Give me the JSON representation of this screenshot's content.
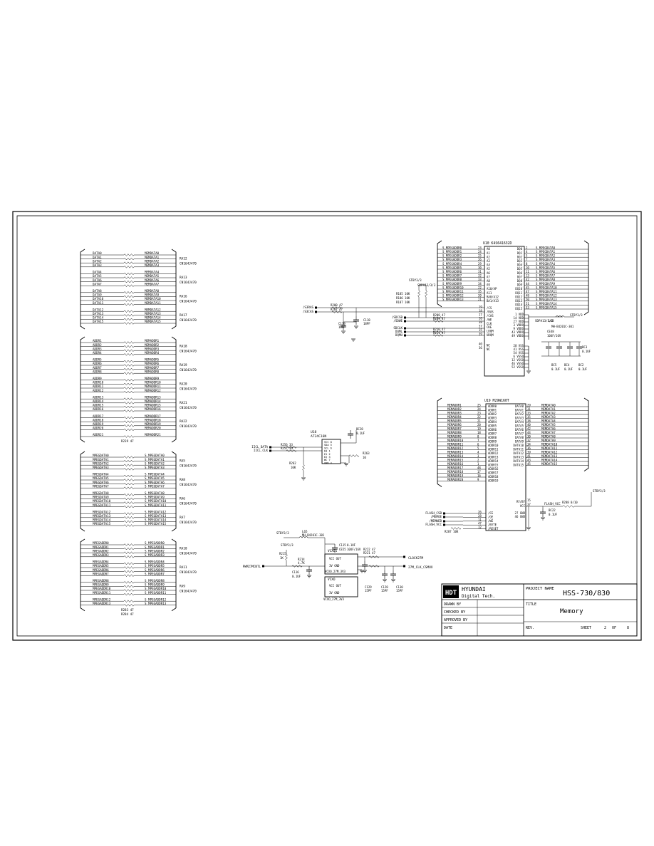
{
  "title_block": {
    "company_logo": "HDT",
    "company_name": "HYUNDAI",
    "company_sub": "Digital Tech.",
    "project_name_label": "PROJECT NAME",
    "project_name": "HSS-730/830",
    "title_label": "TITLE",
    "title": "Memory",
    "drawn_by_label": "DRAWN BY",
    "checked_by_label": "CHECKED BY",
    "approved_by_label": "APPROVED BY",
    "date_label": "DATE",
    "rev_label": "REV.",
    "sheet_label": "SHEET",
    "sheet_num": "2",
    "of_label": "OF",
    "sheet_total": "8"
  },
  "resistor_banks": [
    {
      "group": 1,
      "left": [
        "DATA0",
        "DATA1",
        "DATA2",
        "DATA3",
        "DATA4",
        "DATA5",
        "DATA6",
        "DATA7",
        "DATA8",
        "DATA9",
        "DATA10",
        "DATA11",
        "DATA12",
        "DATA13",
        "DATA14",
        "DATA15"
      ],
      "right": [
        "MEMDATA0",
        "MEMDATA1",
        "MEMDATA2",
        "MEMDATA3",
        "MEMDATA4",
        "MEMDATA5",
        "MEMDATA6",
        "MEMDATA7",
        "MEMDATA8",
        "MEMDATA9",
        "MEMDATA10",
        "MEMDATA11",
        "MEMDATA12",
        "MEMDATA13",
        "MEMDATA14",
        "MEMDATA15"
      ],
      "packs": [
        [
          "RA12",
          "CN164J470"
        ],
        [
          "RA13",
          "CN164J470"
        ],
        [
          "RA16",
          "CN164J470"
        ],
        [
          "RA17",
          "CN164J470"
        ]
      ],
      "extra": []
    },
    {
      "group": 2,
      "left": [
        "ADDR1",
        "ADDR2",
        "ADDR3",
        "ADDR4",
        "ADDR5",
        "ADDR6",
        "ADDR7",
        "ADDR8",
        "ADDR9",
        "ADDR10",
        "ADDR11",
        "ADDR12",
        "ADDR13",
        "ADDR14",
        "ADDR15",
        "ADDR16",
        "ADDR17",
        "ADDR18",
        "ADDR19",
        "ADDR20",
        "ADDR21"
      ],
      "right": [
        "MEMADDR1",
        "MEMADDR2",
        "MEMADDR3",
        "MEMADDR4",
        "MEMADDR5",
        "MEMADDR6",
        "MEMADDR7",
        "MEMADDR8",
        "MEMADDR9",
        "MEMADDR10",
        "MEMADDR11",
        "MEMADDR12",
        "MEMADDR13",
        "MEMADDR14",
        "MEMADDR15",
        "MEMADDR16",
        "MEMADDR17",
        "MEMADDR18",
        "MEMADDR19",
        "MEMADDR20",
        "MEMADDR21"
      ],
      "packs": [
        [
          "RA18",
          "CN164J470"
        ],
        [
          "RA19",
          "CN164J470"
        ],
        [
          "RA20",
          "CN164J470"
        ],
        [
          "RA21",
          "CN164J470"
        ],
        [
          "RA22",
          "CN164J470"
        ]
      ],
      "extra": [
        "R239  47"
      ]
    },
    {
      "group": 3,
      "left": [
        "MPEGDATA0",
        "MPEGDATA1",
        "MPEGDATA2",
        "MPEGDATA3",
        "MPEGDATA4",
        "MPEGDATA5",
        "MPEGDATA6",
        "MPEGDATA7",
        "MPEGDATA8",
        "MPEGDATA9",
        "MPEGDATA10",
        "MPEGDATA11",
        "MPEGDATA12",
        "MPEGDATA13",
        "MPEGDATA14",
        "MPEGDATA15"
      ],
      "right": [
        "S_MPEGDATA0",
        "S_MPEGDATA1",
        "S_MPEGDATA2",
        "S_MPEGDATA3",
        "S_MPEGDATA4",
        "S_MPEGDATA5",
        "S_MPEGDATA6",
        "S_MPEGDATA7",
        "S_MPEGDATA8",
        "S_MPEGDATA9",
        "S_MPEGDATA10",
        "S_MPEGDATA11",
        "S_MPEGDATA12",
        "S_MPEGDATA13",
        "S_MPEGDATA14",
        "S_MPEGDATA15"
      ],
      "packs": [
        [
          "RA5",
          "CN164J470"
        ],
        [
          "RA8",
          "CN164J470"
        ],
        [
          "RA6",
          "CN164J470"
        ],
        [
          "RA7",
          "CN164J470"
        ]
      ],
      "extra": []
    },
    {
      "group": 4,
      "left": [
        "MPEGADDR0",
        "MPEGADDR1",
        "MPEGADDR2",
        "MPEGADDR3",
        "MPEGADDR4",
        "MPEGADDR5",
        "MPEGADDR6",
        "MPEGADDR7",
        "MPEGADDR8",
        "MPEGADDR9",
        "MPEGADDR10",
        "MPEGADDR11",
        "MPEGADDR12",
        "MPEGADDR13"
      ],
      "right": [
        "S_MPEGADDR0",
        "S_MPEGADDR1",
        "S_MPEGADDR2",
        "S_MPEGADDR3",
        "S_MPEGADDR4",
        "S_MPEGADDR5",
        "S_MPEGADDR6",
        "S_MPEGADDR7",
        "S_MPEGADDR8",
        "S_MPEGADDR9",
        "S_MPEGADDR10",
        "S_MPEGADDR11",
        "S_MPEGADDR12",
        "S_MPEGADDR13"
      ],
      "packs": [
        [
          "RA10",
          "CN164J470"
        ],
        [
          "RA11",
          "CN164J470"
        ],
        [
          "RA9",
          "CN164J470"
        ]
      ],
      "extra": [
        "R283  47",
        "R284  47"
      ]
    }
  ],
  "u10": {
    "name": "U10  K4S641632D",
    "left_nets": [
      "S_MPEGADDR0",
      "S_MPEGADDR1",
      "S_MPEGADDR2",
      "S_MPEGADDR3",
      "S_MPEGADDR4",
      "S_MPEGADDR5",
      "S_MPEGADDR6",
      "S_MPEGADDR7",
      "S_MPEGADDR8",
      "S_MPEGADDR9",
      "S_MPEGADDR10",
      "S_MPEGADDR11",
      "S_MPEGADDR12",
      "S_MPEGADDR13"
    ],
    "left_pins_num": [
      "23",
      "24",
      "25",
      "26",
      "29",
      "30",
      "31",
      "32",
      "33",
      "34",
      "22",
      "35",
      "20",
      "21"
    ],
    "left_pins_name": [
      "A0",
      "A1",
      "A2",
      "A3",
      "A4",
      "A5",
      "A6",
      "A7",
      "A8",
      "A9",
      "A10/AP",
      "A11",
      "BA0/A12",
      "BA1/A13"
    ],
    "right_pins_name": [
      "DQ0",
      "DQ1",
      "DQ2",
      "DQ3",
      "DQ4",
      "DQ5",
      "DQ6",
      "DQ7",
      "DQ8",
      "DQ9",
      "DQ10",
      "DQ11",
      "DQ12",
      "DQ13",
      "DQ14",
      "DQ15"
    ],
    "right_pins_num": [
      "2",
      "4",
      "5",
      "7",
      "8",
      "10",
      "11",
      "13",
      "42",
      "44",
      "45",
      "47",
      "48",
      "50",
      "51",
      "53"
    ],
    "right_nets": [
      "S_MPEGDATA0",
      "S_MPEGDATA1",
      "S_MPEGDATA2",
      "S_MPEGDATA3",
      "S_MPEGDATA4",
      "S_MPEGDATA5",
      "S_MPEGDATA6",
      "S_MPEGDATA7",
      "S_MPEGDATA8",
      "S_MPEGDATA9",
      "S_MPEGDATA10",
      "S_MPEGDATA11",
      "S_MPEGDATA12",
      "S_MPEGDATA13",
      "S_MPEGDATA14",
      "S_MPEGDATA15"
    ],
    "ctrl_pins_num": [
      "19",
      "18",
      "17",
      "16",
      "38",
      "37",
      "15",
      "39",
      "40",
      "36"
    ],
    "ctrl_pins_name": [
      "/CS",
      "/RAS",
      "/CAS",
      "/WE",
      "CLK",
      "CKE",
      "LDQM",
      "UDQM",
      "NC",
      "NC"
    ],
    "vdd_pins": [
      "1 VDD",
      "14 VDD",
      "27 VDD",
      "3 VDDQ",
      "9 VDDQ",
      "43 VDDQ",
      "49 VDDQ"
    ],
    "vss_pins": [
      "28 VSS",
      "41 VSS",
      "54 VSS",
      "6 VSSQ",
      "12 VSSQ",
      "46 VSSQ",
      "52 VSSQ"
    ]
  },
  "u10_ctrl": {
    "nets": [
      "/S3RAS",
      "/S3CAS",
      "/SDCSB",
      "/SDWE",
      "SDCLK",
      "DQML",
      "DQMU"
    ],
    "res": [
      "R200  47",
      "R201  47",
      "R208  47",
      "R209  47",
      "R210  47",
      "R211  47"
    ],
    "caps": [
      "C119",
      "18PF",
      "C118",
      "18PF"
    ],
    "pullups": [
      "STBY3/3",
      "SDPA13/3/3",
      "R185  10K",
      "R186  10K",
      "R187  10K"
    ],
    "vdd_net": "SDPA13/3/3",
    "bead": "L63",
    "bead_part": "MH-B4201C-301",
    "bead_net": "STBY3/3",
    "caps_right": [
      "CE48",
      "10UF/16V",
      "BC3",
      "0.1UF",
      "BC5",
      "0.1UF",
      "BC4",
      "0.1UF",
      "BC2",
      "0.1UF"
    ]
  },
  "u19": {
    "name": "U19  M29W160T",
    "left_nets": [
      "MEMADDR1",
      "MEMADDR2",
      "MEMADDR3",
      "MEMADDR4",
      "MEMADDR5",
      "MEMADDR6",
      "MEMADDR7",
      "MEMADDR8",
      "MEMADDR9",
      "MEMADDR10",
      "MEMADDR11",
      "MEMADDR12",
      "MEMADDR13",
      "MEMADDR14",
      "MEMADDR15",
      "MEMADDR16",
      "MEMADDR17",
      "MEMADDR18",
      "MEMADDR19",
      "MEMADDR20"
    ],
    "left_pins_num": [
      "25",
      "24",
      "23",
      "22",
      "21",
      "20",
      "19",
      "18",
      "8",
      "7",
      "6",
      "5",
      "4",
      "3",
      "2",
      "1",
      "48",
      "17",
      "16",
      "9"
    ],
    "left_pins_name": [
      "ADDR0",
      "ADDR1",
      "ADDR2",
      "ADDR3",
      "ADDR4",
      "ADDR5",
      "ADDR6",
      "ADDR7",
      "ADDR8",
      "ADDR9",
      "ADDR10",
      "ADDR11",
      "ADDR12",
      "ADDR13",
      "ADDR14",
      "ADDR15",
      "ADDR16",
      "ADDR17",
      "ADDR18",
      "ADDR19"
    ],
    "right_pins_name": [
      "DATA0",
      "DATA1",
      "DATA2",
      "DATA3",
      "DATA4",
      "DATA5",
      "DATA6",
      "DATA7",
      "DATA8",
      "DATA9",
      "DATA10",
      "DATA11",
      "DATA12",
      "DATA13",
      "DATA14",
      "DATA15"
    ],
    "right_pins_num": [
      "29",
      "31",
      "33",
      "35",
      "38",
      "40",
      "42",
      "44",
      "30",
      "32",
      "34",
      "36",
      "39",
      "41",
      "43",
      "45"
    ],
    "right_nets": [
      "MEMDATA0",
      "MEMDATA1",
      "MEMDATA2",
      "MEMDATA3",
      "MEMDATA4",
      "MEMDATA5",
      "MEMDATA6",
      "MEMDATA7",
      "MEMDATA8",
      "MEMDATA9",
      "MEMDATA10",
      "MEMDATA11",
      "MEMDATA12",
      "MEMDATA13",
      "MEMDATA14",
      "MEMDATA15"
    ],
    "ctrl_nets": [
      "FLASH_CSB",
      "/MEMOE",
      "/MEMWEB",
      "FLASH_VCC"
    ],
    "ctrl_pins_num": [
      "26",
      "28",
      "11",
      "47",
      "12"
    ],
    "ctrl_pins_name": [
      "/CE",
      "/OE",
      "/WE",
      "/BYTE",
      "/RESET"
    ],
    "r287": "R287  10K",
    "ry": "RY/BY",
    "ry_num": "15",
    "vcc": "VCC",
    "vcc_num": "37",
    "gnd": [
      "27 GND",
      "46 GND"
    ],
    "flash_vcc": "FLASH_VCC",
    "r288": "R288  0/10",
    "stby": "STBY3/3",
    "bc22": "BC22",
    "bc22_val": "0.1UF"
  },
  "u18": {
    "name": "U18",
    "part": "AT24C16N",
    "nets": [
      "IICL_DATA",
      "IICL_CLK"
    ],
    "res": [
      "R256  33",
      "R257  33"
    ],
    "pins": [
      "VCC 8",
      "SDA 5",
      "SCL 6",
      "E0 1",
      "E1 2",
      "E2 3",
      "WC 7",
      "GND 4"
    ],
    "r262": "R262",
    "r262_val": "10K",
    "r263": "R263",
    "r263_val": "10",
    "bc28": "BC28",
    "bc28_val": "0.1UF"
  },
  "clock": {
    "stby": "STBY3/3",
    "l65": "L65",
    "l65_part": "MH-B4201C-301",
    "c115": "C115",
    "c115_val": "0.1UF",
    "ce55": "CE55",
    "ce55_val": "10UF/16V",
    "stby2": "STBY3/3",
    "r215": "R215",
    "r215_val": "1K",
    "r214": "R214",
    "r214_val": "4.7K",
    "c116": "C116",
    "c116_val": "0.1UF",
    "pwm": "PWM27MCNTL",
    "vcxo1_top": "VCXO1",
    "vcxo1_pins": [
      "VCC OUT",
      "3V  GND"
    ],
    "vcxo1_part": "VCXO_27M_3V3",
    "vcxo_top": "VCXO",
    "vcxo_pins": [
      "VCC OUT",
      "3V  GND"
    ],
    "vcxo_part": "VCXO_27M_3V3",
    "r222": "R222  47",
    "r221": "R221  47",
    "out1": "CLOCK27M",
    "out2": "27M_CLK_CSMUX",
    "caps": [
      "C129",
      "15PF",
      "C128",
      "15PF",
      "C130",
      "15PF"
    ]
  }
}
